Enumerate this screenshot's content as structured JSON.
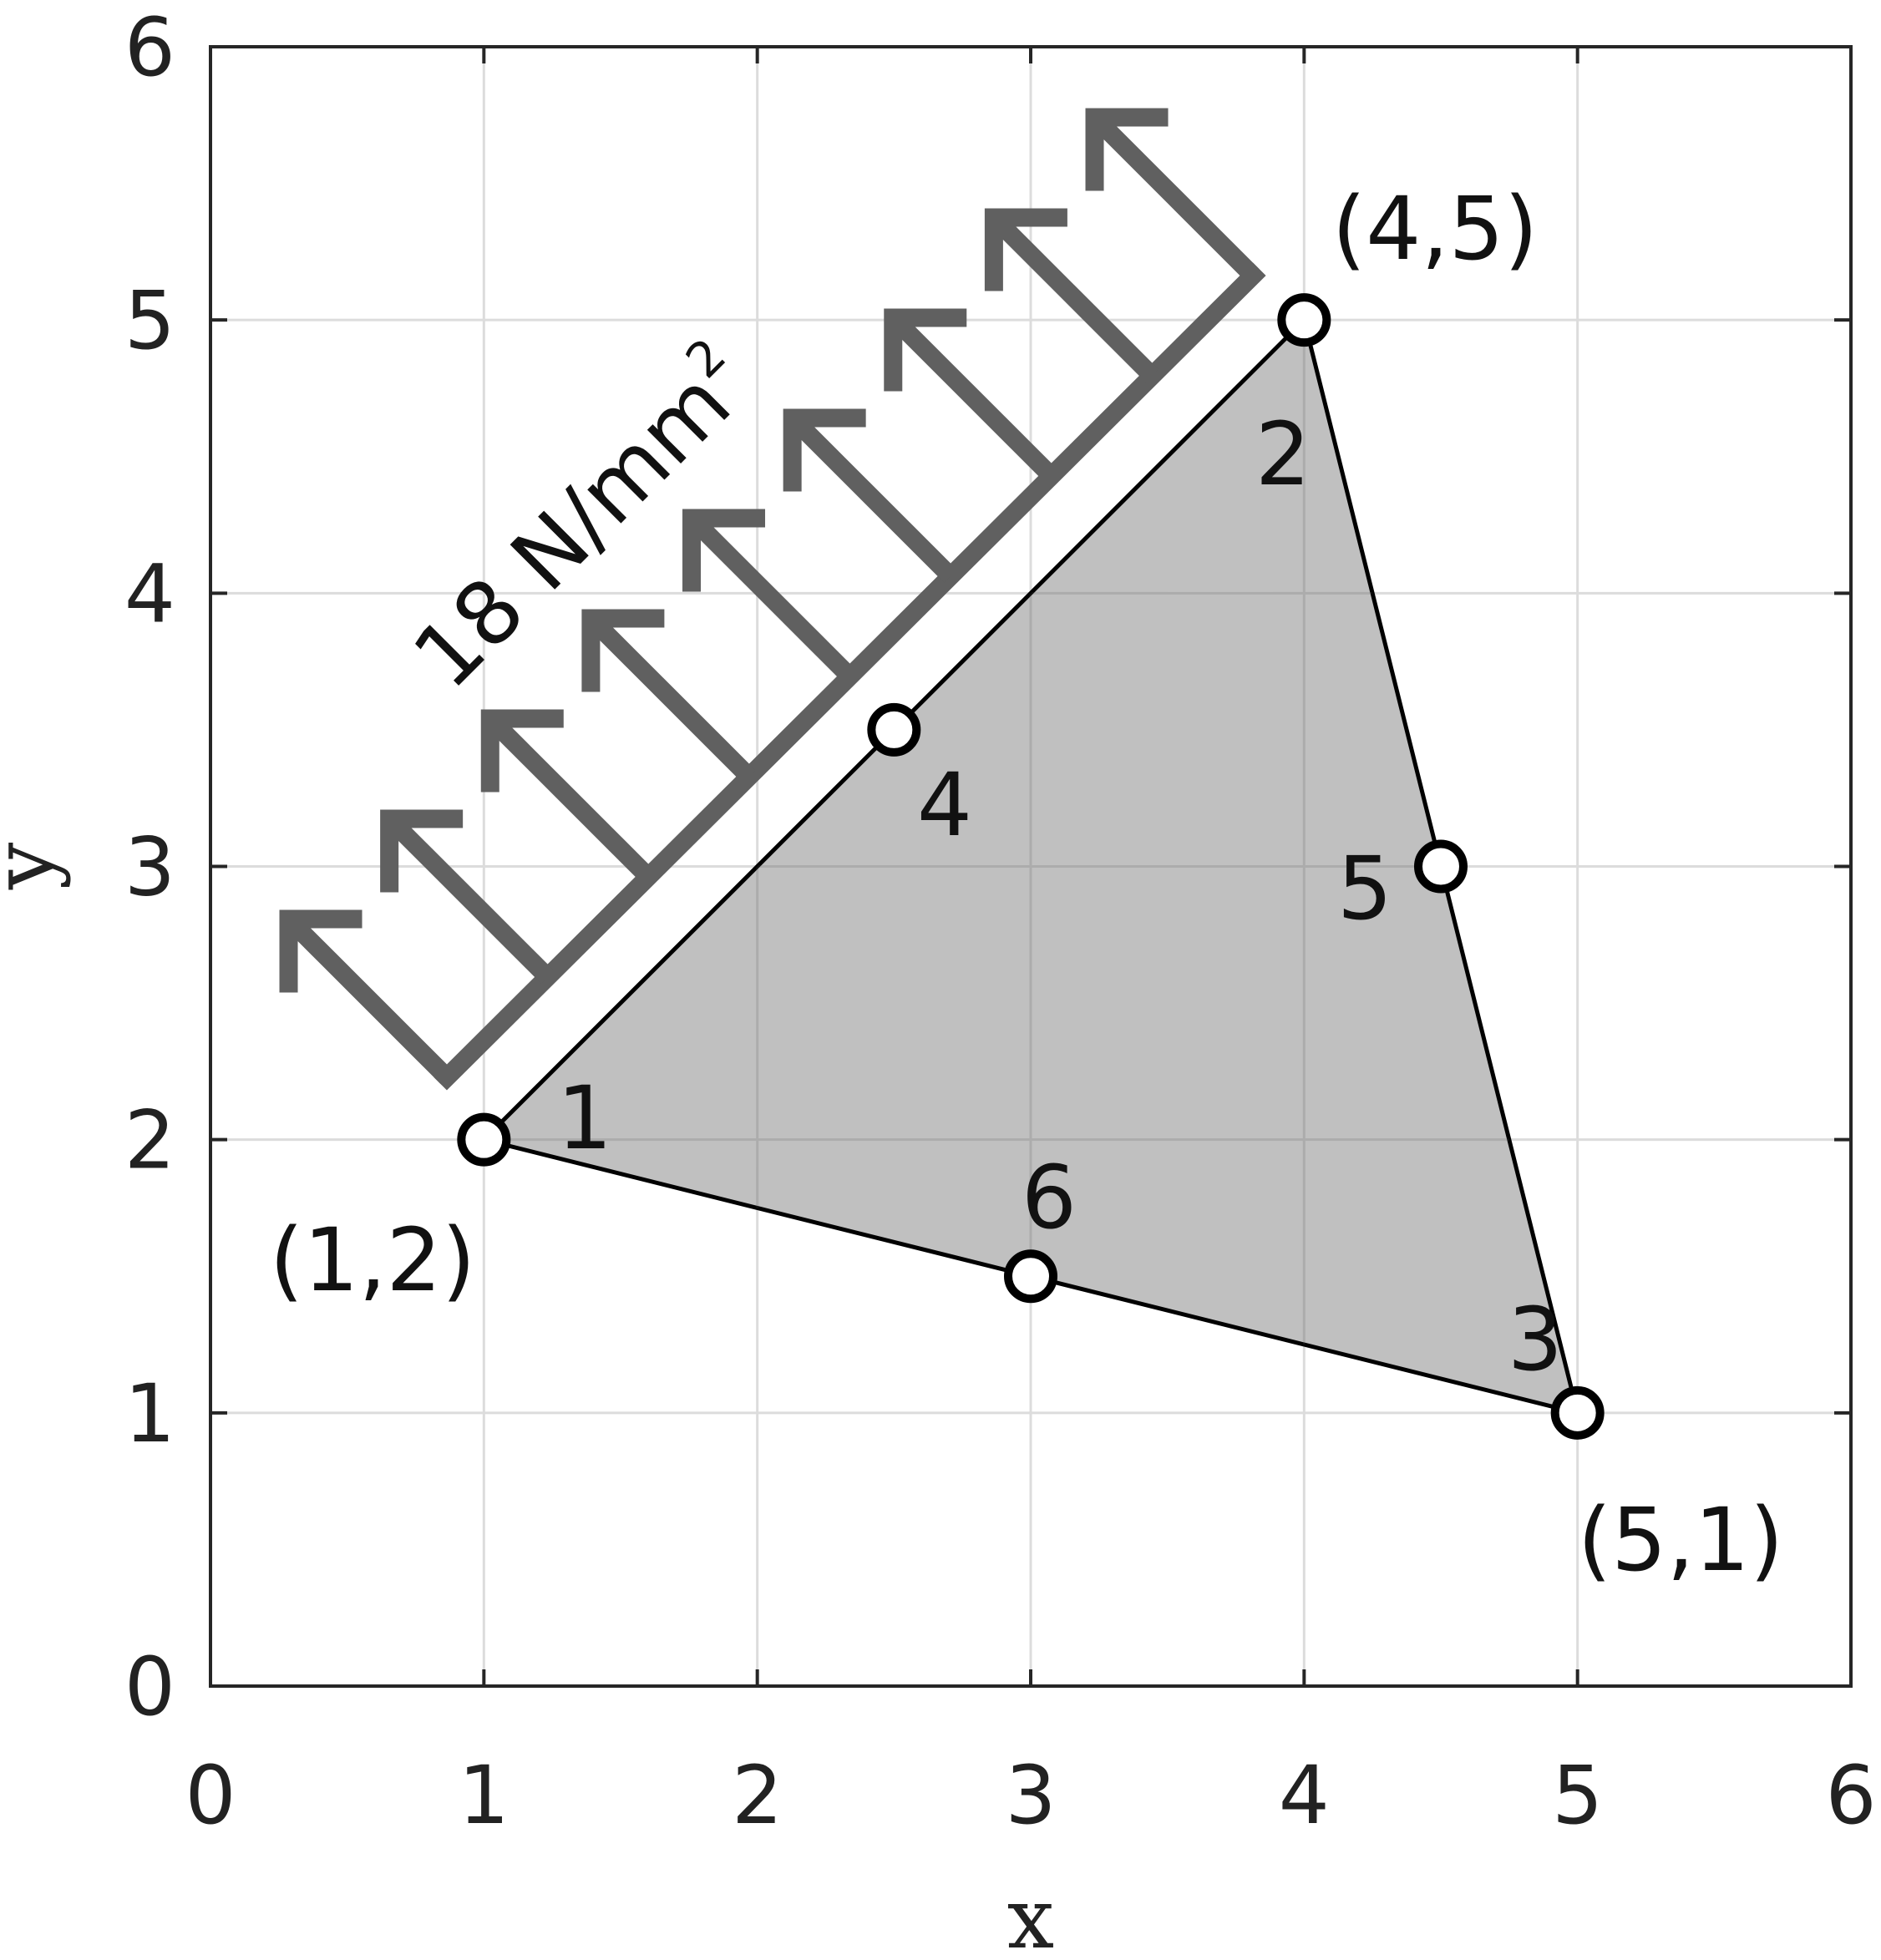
{
  "axes": {
    "xlabel": "x",
    "ylabel": "y",
    "xlim": [
      0,
      6
    ],
    "ylim": [
      0,
      6
    ],
    "x_ticks": [
      "0",
      "1",
      "2",
      "3",
      "4",
      "5",
      "6"
    ],
    "y_ticks": [
      "0",
      "1",
      "2",
      "3",
      "4",
      "5",
      "6"
    ],
    "grid": true
  },
  "element": {
    "fill_color": "#c0c0c0",
    "edge_color": "#000000",
    "corners": [
      {
        "id": "1",
        "x": 1,
        "y": 2,
        "coord_label": "(1,2)"
      },
      {
        "id": "2",
        "x": 4,
        "y": 5,
        "coord_label": "(4,5)"
      },
      {
        "id": "3",
        "x": 5,
        "y": 1,
        "coord_label": "(5,1)"
      }
    ],
    "midside_nodes": [
      {
        "id": "4",
        "x": 2.5,
        "y": 3.5
      },
      {
        "id": "5",
        "x": 4.5,
        "y": 3
      },
      {
        "id": "6",
        "x": 3,
        "y": 1.5
      }
    ]
  },
  "load": {
    "value": "18 N/mm",
    "superscript": "2",
    "color": "#606060",
    "arrow_count": 9
  }
}
